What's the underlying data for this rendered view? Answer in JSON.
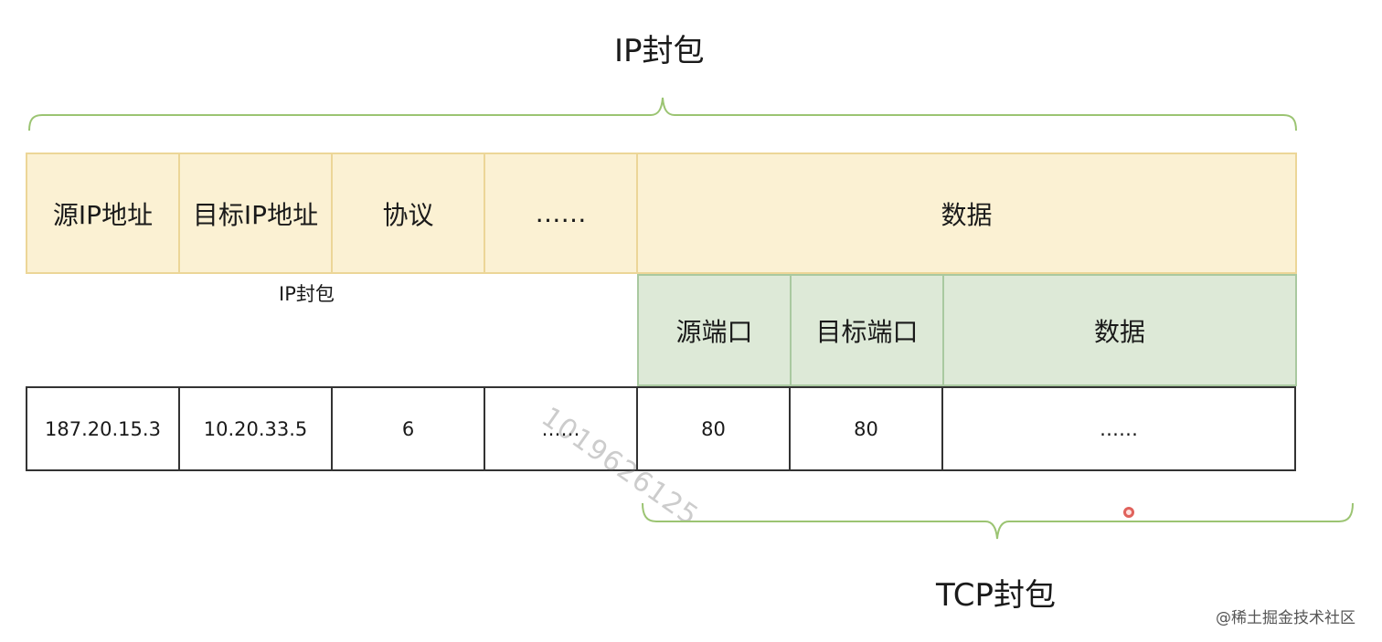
{
  "ip_packet_label": "IP封包",
  "tcp_packet_label": "TCP封包",
  "ip_header_fields": [
    "源IP地址",
    "目标IP地址",
    "协议",
    "……",
    "数据"
  ],
  "tcp_header_fields": [
    "源端口",
    "目标端口",
    "数据"
  ],
  "small_label": "IP封包",
  "values": [
    "187.20.15.3",
    "10.20.33.5",
    "6",
    "……",
    "80",
    "80",
    "……"
  ],
  "watermark": "1019626125",
  "credit": "@稀土掘金技术社区",
  "colors": {
    "ip_fill": "#fbf1d3",
    "ip_border": "#ecd697",
    "tcp_fill": "#dde9d7",
    "tcp_border": "#a9c9a0",
    "brace": "#9bc472"
  }
}
